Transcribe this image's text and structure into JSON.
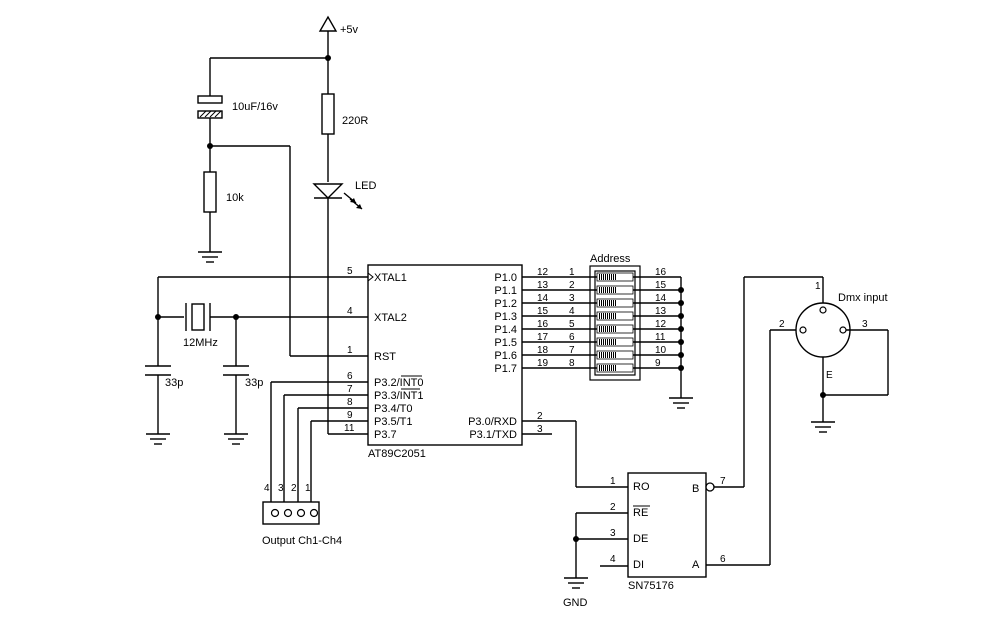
{
  "labels": {
    "vcc": "+5v",
    "cap_main": "10uF/16v",
    "res_main": "220R",
    "led": "LED",
    "res_reset": "10k",
    "crystal": "12MHz",
    "cap_xtal1": "33p",
    "cap_xtal2": "33p",
    "mcu_name": "AT89C2051",
    "dip_title": "Address",
    "dmx_title": "Dmx input",
    "output_title": "Output Ch1-Ch4",
    "transceiver": "SN75176",
    "gnd": "GND"
  },
  "mcu_left": [
    {
      "pin": "5",
      "name": "XTAL1"
    },
    {
      "pin": "4",
      "name": "XTAL2"
    },
    {
      "pin": "1",
      "name": "RST"
    },
    {
      "pin": "6",
      "name": "P3.2/INT0"
    },
    {
      "pin": "7",
      "name": "P3.3/INT1"
    },
    {
      "pin": "8",
      "name": "P3.4/T0"
    },
    {
      "pin": "9",
      "name": "P3.5/T1"
    },
    {
      "pin": "11",
      "name": "P3.7"
    }
  ],
  "mcu_right": [
    {
      "pin": "12",
      "name": "P1.0"
    },
    {
      "pin": "13",
      "name": "P1.1"
    },
    {
      "pin": "14",
      "name": "P1.2"
    },
    {
      "pin": "15",
      "name": "P1.3"
    },
    {
      "pin": "16",
      "name": "P1.4"
    },
    {
      "pin": "17",
      "name": "P1.5"
    },
    {
      "pin": "18",
      "name": "P1.6"
    },
    {
      "pin": "19",
      "name": "P1.7"
    },
    {
      "pin": "2",
      "name": "P3.0/RXD"
    },
    {
      "pin": "3",
      "name": "P3.1/TXD"
    }
  ],
  "dip_left_pins": [
    "1",
    "2",
    "3",
    "4",
    "5",
    "6",
    "7",
    "8"
  ],
  "dip_right_pins": [
    "16",
    "15",
    "14",
    "13",
    "12",
    "11",
    "10",
    "9"
  ],
  "output_pins": [
    "4",
    "3",
    "2",
    "1"
  ],
  "dmx_pins": {
    "p1": "1",
    "p2": "2",
    "p3": "3",
    "e": "E"
  },
  "sn_pins": [
    {
      "pin": "1",
      "name": "RO"
    },
    {
      "pin": "2",
      "name": "RE"
    },
    {
      "pin": "3",
      "name": "DE"
    },
    {
      "pin": "4",
      "name": "DI"
    },
    {
      "pin": "7",
      "name": "B"
    },
    {
      "pin": "6",
      "name": "A"
    }
  ]
}
